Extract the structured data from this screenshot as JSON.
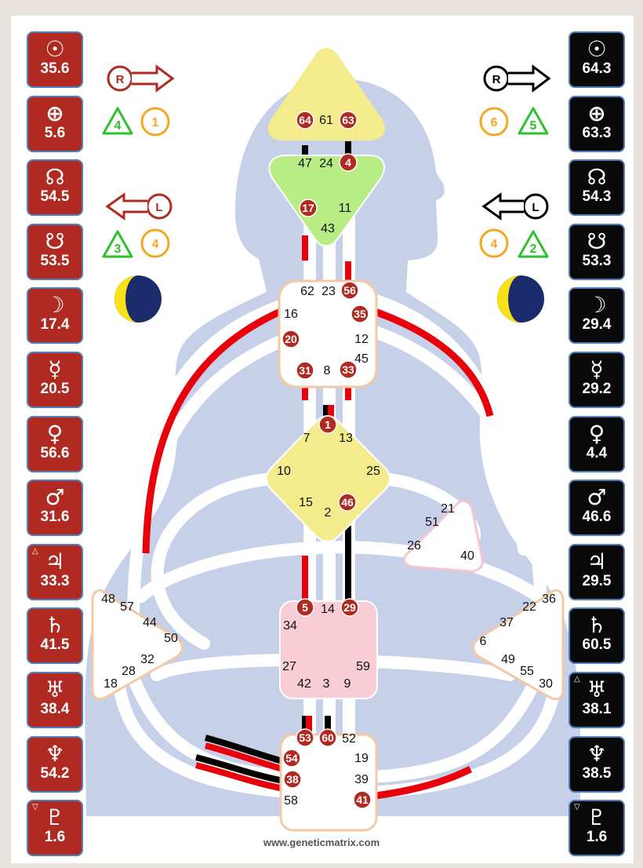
{
  "design_column": [
    {
      "symbol": "☉",
      "value": "35.6",
      "flag": ""
    },
    {
      "symbol": "⊕",
      "value": "5.6",
      "flag": ""
    },
    {
      "symbol": "☊",
      "value": "54.5",
      "flag": ""
    },
    {
      "symbol": "☋",
      "value": "53.5",
      "flag": ""
    },
    {
      "symbol": "☽",
      "value": "17.4",
      "flag": ""
    },
    {
      "symbol": "☿",
      "value": "20.5",
      "flag": ""
    },
    {
      "symbol": "♀",
      "value": "56.6",
      "flag": ""
    },
    {
      "symbol": "♂",
      "value": "31.6",
      "flag": ""
    },
    {
      "symbol": "♃",
      "value": "33.3",
      "flag": "△"
    },
    {
      "symbol": "♄",
      "value": "41.5",
      "flag": ""
    },
    {
      "symbol": "♅",
      "value": "38.4",
      "flag": ""
    },
    {
      "symbol": "♆",
      "value": "54.2",
      "flag": ""
    },
    {
      "symbol": "♇",
      "value": "1.6",
      "flag": "▽"
    }
  ],
  "personality_column": [
    {
      "symbol": "☉",
      "value": "64.3",
      "flag": ""
    },
    {
      "symbol": "⊕",
      "value": "63.3",
      "flag": ""
    },
    {
      "symbol": "☊",
      "value": "54.3",
      "flag": ""
    },
    {
      "symbol": "☋",
      "value": "53.3",
      "flag": ""
    },
    {
      "symbol": "☽",
      "value": "29.4",
      "flag": ""
    },
    {
      "symbol": "☿",
      "value": "29.2",
      "flag": ""
    },
    {
      "symbol": "♀",
      "value": "4.4",
      "flag": ""
    },
    {
      "symbol": "♂",
      "value": "46.6",
      "flag": ""
    },
    {
      "symbol": "♃",
      "value": "29.5",
      "flag": ""
    },
    {
      "symbol": "♄",
      "value": "60.5",
      "flag": ""
    },
    {
      "symbol": "♅",
      "value": "38.1",
      "flag": "△"
    },
    {
      "symbol": "♆",
      "value": "38.5",
      "flag": ""
    },
    {
      "symbol": "♇",
      "value": "1.6",
      "flag": "▽"
    }
  ],
  "variables": {
    "design_top": {
      "letter": "R",
      "tri": "4",
      "circle": "1"
    },
    "design_bottom": {
      "letter": "L",
      "tri": "3",
      "circle": "4"
    },
    "personality_top": {
      "letter": "R",
      "tri": "5",
      "circle": "6"
    },
    "personality_bottom": {
      "letter": "L",
      "tri": "2",
      "circle": "4"
    }
  },
  "colors": {
    "design": "#b12a22",
    "personality": "#0a0a0a",
    "silhouette": "#c6d0e8",
    "head": "#f4ec8c",
    "ajna": "#b8ec84",
    "g_center": "#f4ec8c",
    "sacral": "#f9cdd6",
    "undefined_center": "#ffffff",
    "orange": "#f5a623",
    "green": "#2ec02e",
    "moon": "#1a2c6b"
  },
  "gates": {
    "head": [
      {
        "n": "64",
        "active": true
      },
      {
        "n": "61",
        "active": false
      },
      {
        "n": "63",
        "active": true
      }
    ],
    "ajna": [
      {
        "n": "47",
        "active": false
      },
      {
        "n": "24",
        "active": false
      },
      {
        "n": "4",
        "active": true
      },
      {
        "n": "17",
        "active": true
      },
      {
        "n": "11",
        "active": false
      },
      {
        "n": "43",
        "active": false
      }
    ],
    "throat": [
      {
        "n": "62",
        "active": false
      },
      {
        "n": "23",
        "active": false
      },
      {
        "n": "56",
        "active": true
      },
      {
        "n": "35",
        "active": true
      },
      {
        "n": "16",
        "active": false
      },
      {
        "n": "20",
        "active": true
      },
      {
        "n": "12",
        "active": false
      },
      {
        "n": "45",
        "active": false
      },
      {
        "n": "31",
        "active": true
      },
      {
        "n": "8",
        "active": false
      },
      {
        "n": "33",
        "active": true
      }
    ],
    "g": [
      {
        "n": "1",
        "active": true
      },
      {
        "n": "7",
        "active": false
      },
      {
        "n": "13",
        "active": false
      },
      {
        "n": "10",
        "active": false
      },
      {
        "n": "25",
        "active": false
      },
      {
        "n": "15",
        "active": false
      },
      {
        "n": "2",
        "active": false
      },
      {
        "n": "46",
        "active": true
      }
    ],
    "heart": [
      {
        "n": "21",
        "active": false
      },
      {
        "n": "51",
        "active": false
      },
      {
        "n": "26",
        "active": false
      },
      {
        "n": "40",
        "active": false
      }
    ],
    "spleen": [
      {
        "n": "48",
        "active": false
      },
      {
        "n": "57",
        "active": false
      },
      {
        "n": "44",
        "active": false
      },
      {
        "n": "50",
        "active": false
      },
      {
        "n": "32",
        "active": false
      },
      {
        "n": "28",
        "active": false
      },
      {
        "n": "18",
        "active": false
      }
    ],
    "sacral": [
      {
        "n": "5",
        "active": true
      },
      {
        "n": "14",
        "active": false
      },
      {
        "n": "29",
        "active": true
      },
      {
        "n": "34",
        "active": false
      },
      {
        "n": "27",
        "active": false
      },
      {
        "n": "59",
        "active": false
      },
      {
        "n": "42",
        "active": false
      },
      {
        "n": "3",
        "active": false
      },
      {
        "n": "9",
        "active": false
      }
    ],
    "solar": [
      {
        "n": "36",
        "active": false
      },
      {
        "n": "22",
        "active": false
      },
      {
        "n": "37",
        "active": false
      },
      {
        "n": "6",
        "active": false
      },
      {
        "n": "49",
        "active": false
      },
      {
        "n": "55",
        "active": false
      },
      {
        "n": "30",
        "active": false
      }
    ],
    "root": [
      {
        "n": "53",
        "active": true
      },
      {
        "n": "60",
        "active": true
      },
      {
        "n": "52",
        "active": false
      },
      {
        "n": "54",
        "active": true
      },
      {
        "n": "19",
        "active": false
      },
      {
        "n": "38",
        "active": true
      },
      {
        "n": "39",
        "active": false
      },
      {
        "n": "58",
        "active": false
      },
      {
        "n": "41",
        "active": true
      }
    ]
  },
  "footer": "www.geneticmatrix.com"
}
